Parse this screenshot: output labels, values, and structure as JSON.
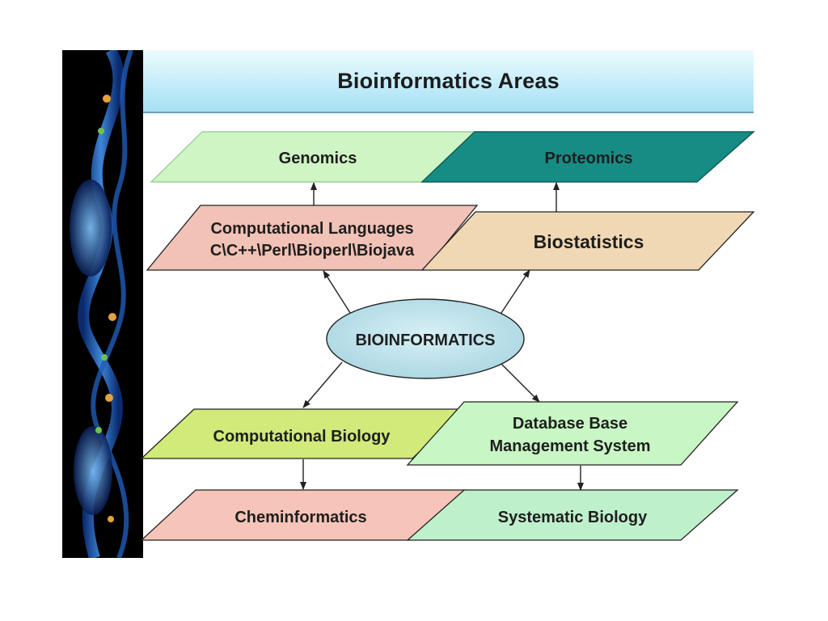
{
  "title": "Bioinformatics Areas",
  "center": {
    "label": "BIOINFORMATICS",
    "color": "#bfe4ec"
  },
  "nodes": {
    "genomics": {
      "label": "Genomics",
      "color": "#cff5c4"
    },
    "proteomics": {
      "label": "Proteomics",
      "color": "#168c84"
    },
    "computational_languages": {
      "line1": "Computational Languages",
      "line2": "C\\C++\\Perl\\Bioperl\\Biojava",
      "color": "#f2c2b6"
    },
    "biostatistics": {
      "label": "Biostatistics",
      "color": "#f1d8b4"
    },
    "computational_biology": {
      "label": "Computational Biology",
      "color": "#d1ea7a"
    },
    "database_management": {
      "line1": "Database Base",
      "line2": "Management System",
      "color": "#c8f6c4"
    },
    "cheminformatics": {
      "label": "Cheminformatics",
      "color": "#f6c4b8"
    },
    "systematic_biology": {
      "label": "Systematic Biology",
      "color": "#bff0cc"
    }
  }
}
